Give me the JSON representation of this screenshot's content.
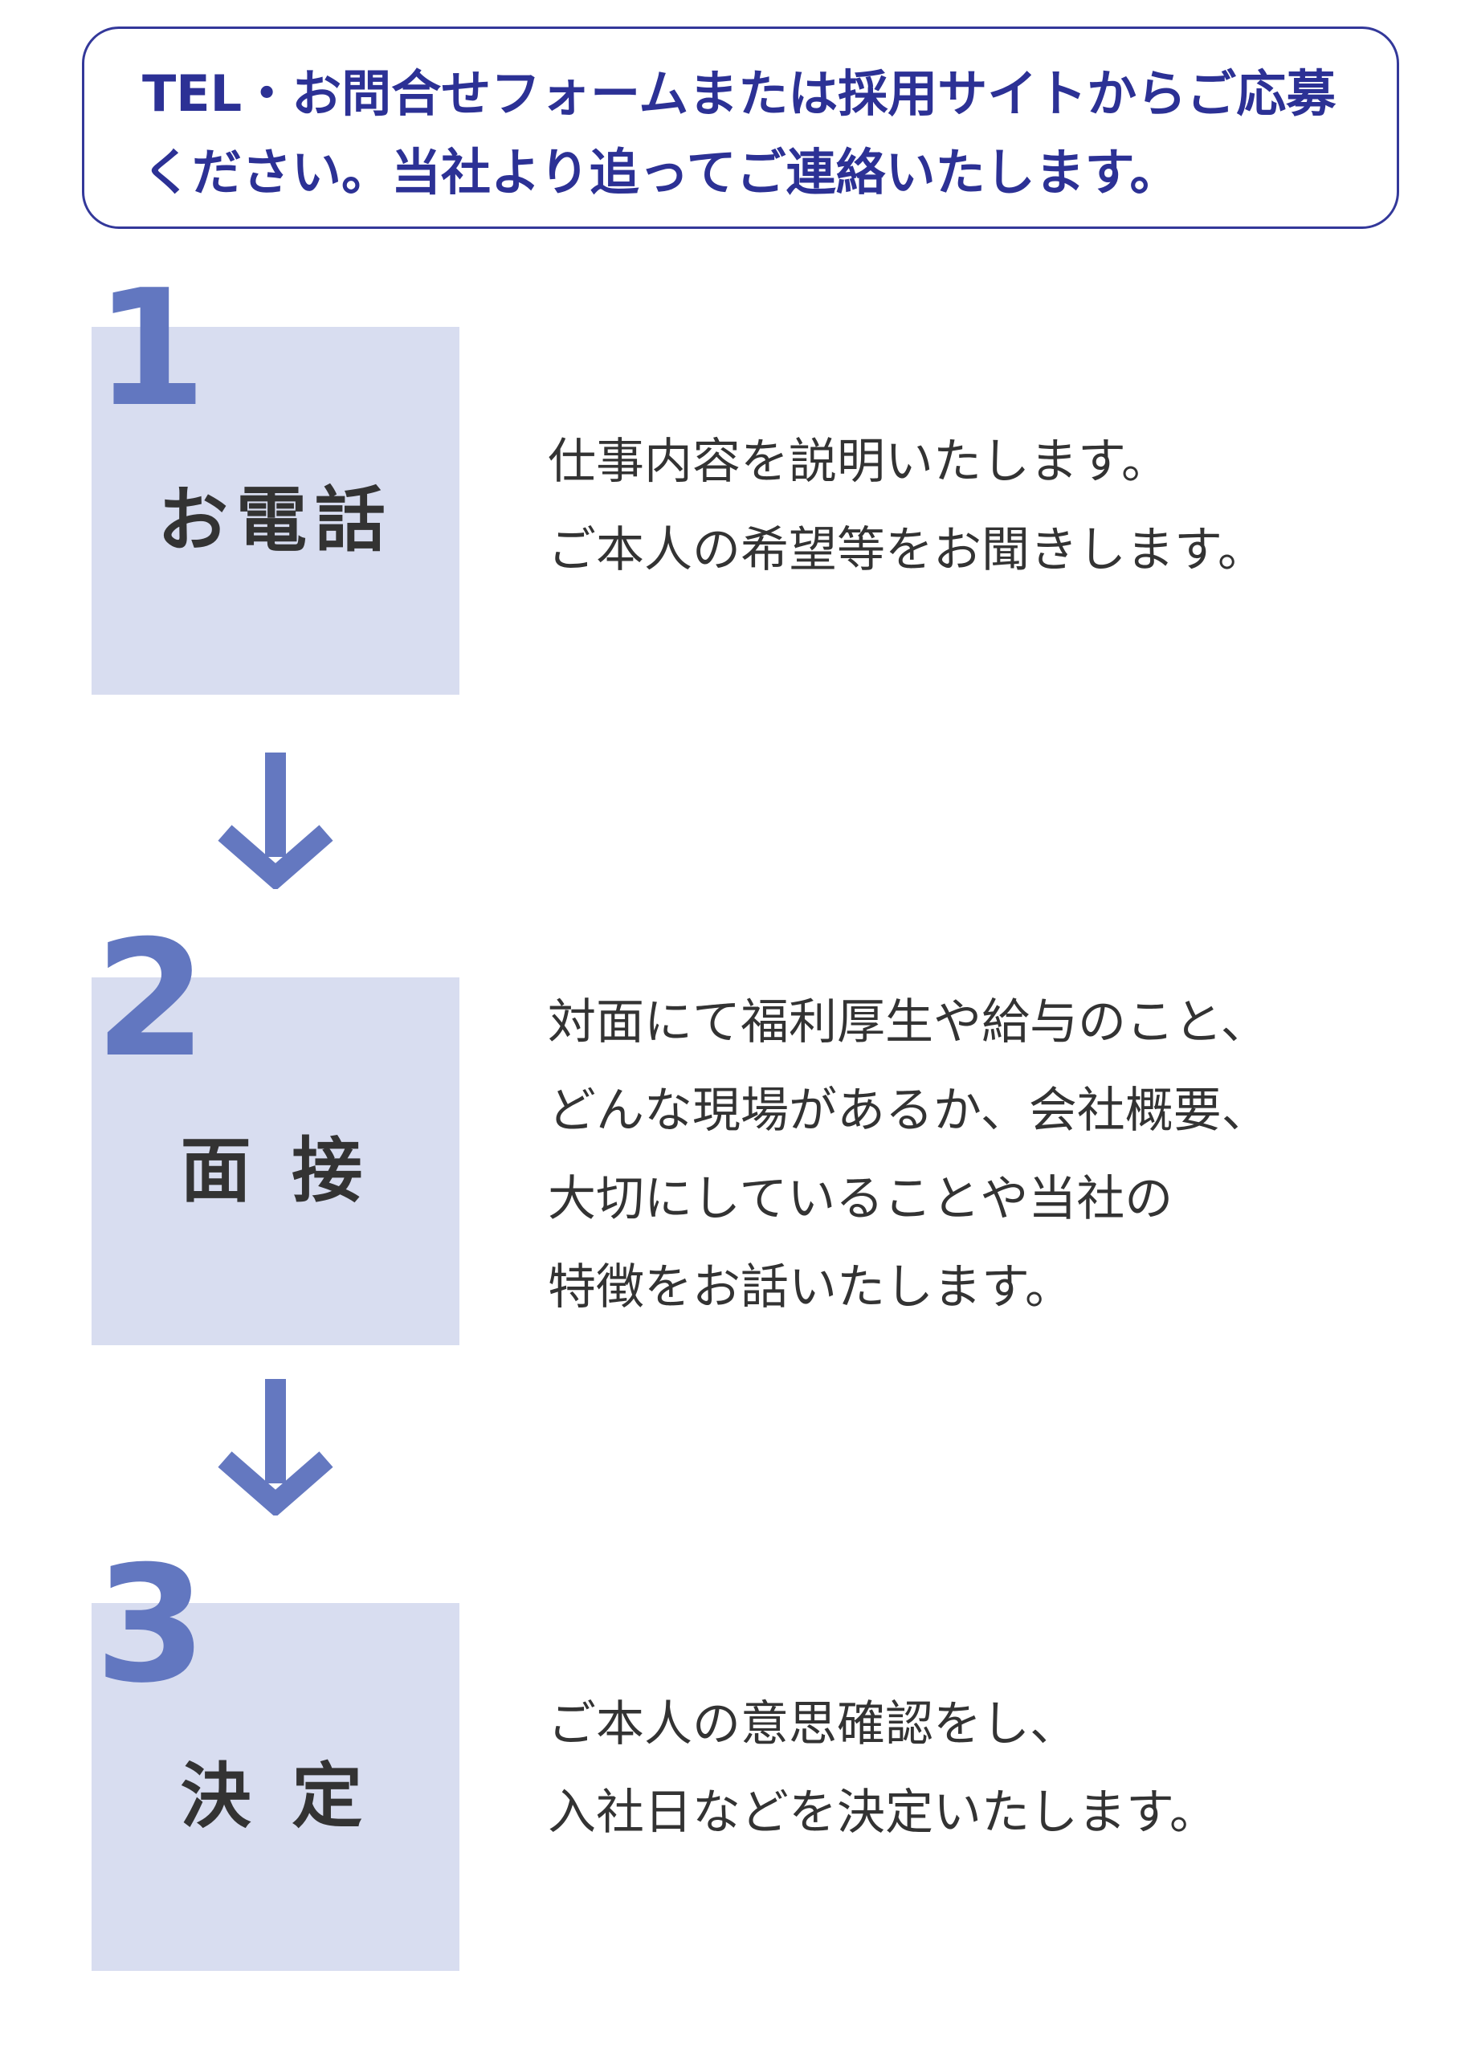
{
  "notice": {
    "line1": "TEL・お問合せフォームまたは採用サイトからご応募",
    "line2": "ください。当社より追ってご連絡いたします。"
  },
  "steps": [
    {
      "number": "1",
      "label": "お電話",
      "lines": [
        "仕事内容を説明いたします。",
        "ご本人の希望等をお聞きします。"
      ]
    },
    {
      "number": "2",
      "label": "面 接",
      "lines": [
        "対面にて福利厚生や給与のこと、",
        "どんな現場があるか、会社概要、",
        "大切にしていることや当社の",
        "特徴をお話いたします。"
      ]
    },
    {
      "number": "3",
      "label": "決 定",
      "lines": [
        "ご本人の意思確認をし、",
        "入社日などを決定いたします。"
      ]
    }
  ],
  "colors": {
    "accent": "#6277c0",
    "box": "#d8ddf0",
    "navy": "#2c3195",
    "text": "#333333"
  }
}
